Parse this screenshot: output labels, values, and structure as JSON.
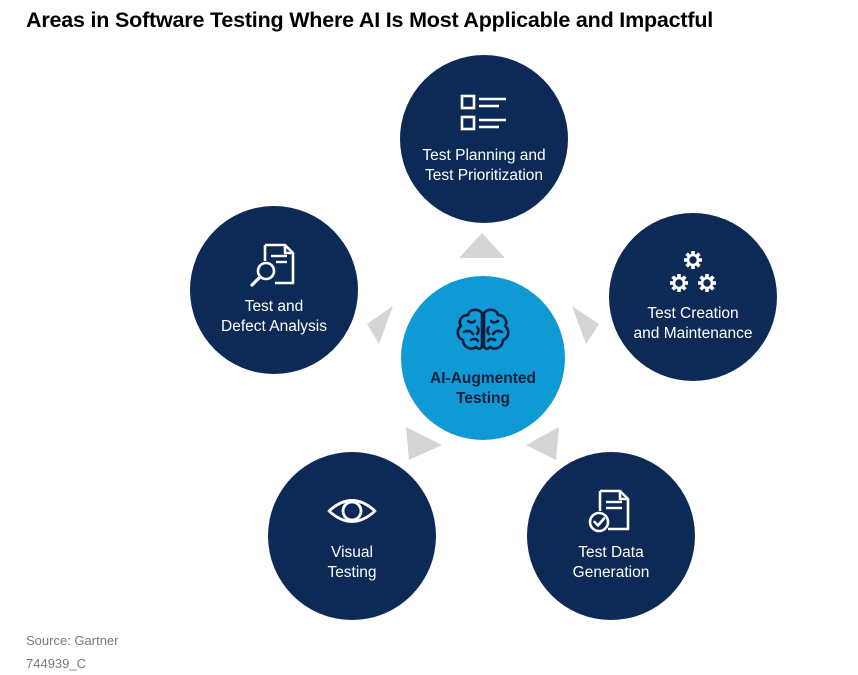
{
  "title": "Areas in Software Testing Where AI Is Most Applicable and Impactful",
  "center": {
    "label": "AI-Augmented\nTesting",
    "icon": "brain-icon"
  },
  "nodes": [
    {
      "label": "Test Planning and\nTest Prioritization",
      "icon": "checklist-icon"
    },
    {
      "label": "Test Creation\nand Maintenance",
      "icon": "gears-icon"
    },
    {
      "label": "Test Data\nGeneration",
      "icon": "document-check-icon"
    },
    {
      "label": "Visual\nTesting",
      "icon": "eye-icon"
    },
    {
      "label": "Test and\nDefect Analysis",
      "icon": "document-search-icon"
    }
  ],
  "footer": {
    "source": "Source: Gartner",
    "id": "744939_C"
  },
  "colors": {
    "outer_node": "#0c2a55",
    "center_node": "#0f9ad6",
    "arrow": "#d5d5d5"
  }
}
